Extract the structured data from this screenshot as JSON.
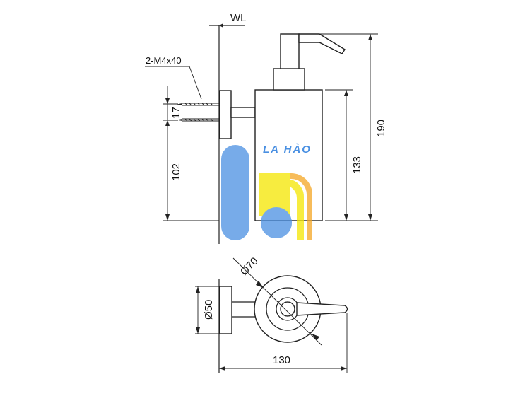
{
  "labels": {
    "wall": "WL",
    "screws": "2-M4x40",
    "dim_17": "17",
    "dim_102": "102",
    "dim_133": "133",
    "dim_190": "190",
    "dim_phi70": "Ø70",
    "dim_phi50": "Ø50",
    "dim_130": "130"
  },
  "watermark": {
    "text": "LA HÀO",
    "blue": "#4a90e2",
    "yellow": "#f5e600",
    "orange": "#f5a623"
  }
}
